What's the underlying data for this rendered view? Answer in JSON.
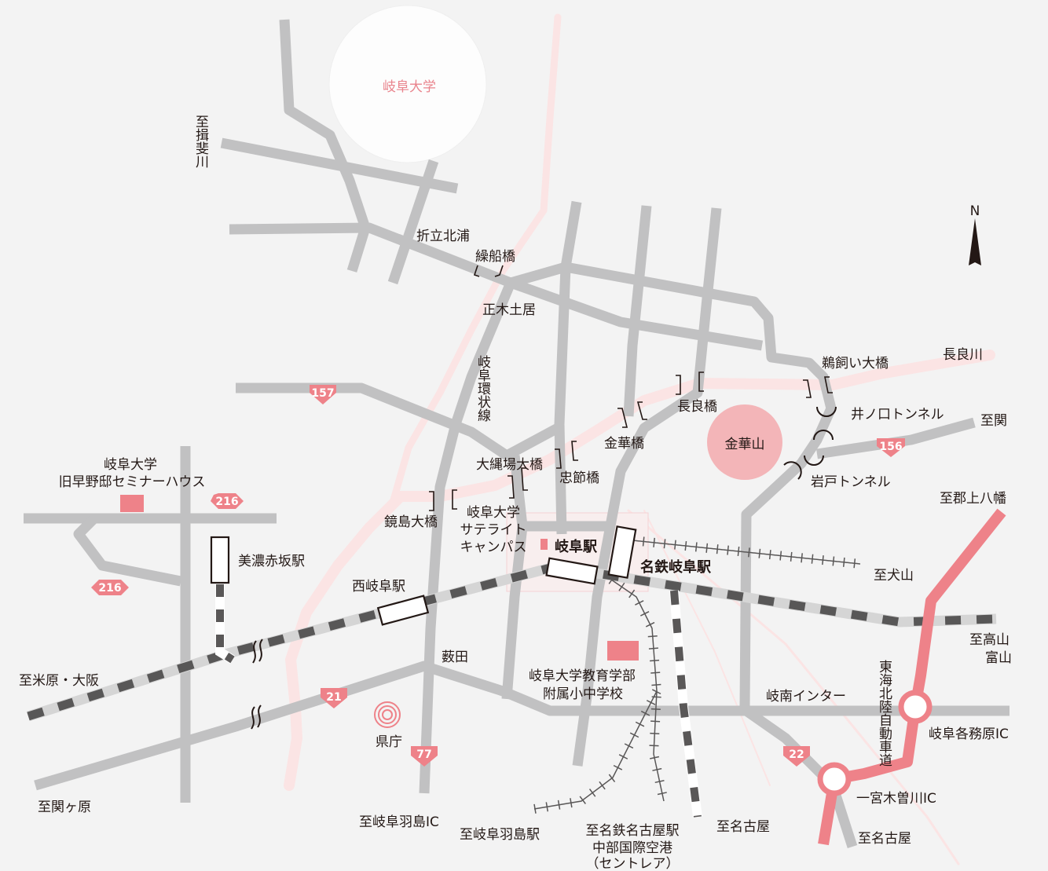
{
  "colors": {
    "background": "#f3f3f3",
    "road": "#c1c1c2",
    "river": "#fbe4e4",
    "accent": "#ee8289",
    "expressway": "#ee8289",
    "rail_dark": "#595757"
  },
  "landmarks": {
    "gifu_univ": "岐阜大学",
    "kinkazan": "金華山",
    "old_waseda_line1": "岐阜大学",
    "old_waseda_line2": "旧早野邸セミナーハウス",
    "satellite_line1": "岐阜大学",
    "satellite_line2": "サテライト",
    "satellite_line3": "キャンパス",
    "school_line1": "岐阜大学教育学部",
    "school_line2": "附属小中学校",
    "kencho": "県庁"
  },
  "stations": {
    "gifu": "岐阜駅",
    "meitetsu_gifu": "名鉄岐阜駅",
    "nishi_gifu": "西岐阜駅",
    "mino_akasaka": "美濃赤坂駅"
  },
  "bridges": {
    "kuribune": "繰船橋",
    "ukai": "鵜飼い大橋",
    "nagara": "長良橋",
    "kinka": "金華橋",
    "chusetsu": "忠節橋",
    "onawaba": "大縄場大橋",
    "kagashima": "鏡島大橋"
  },
  "places": {
    "oritate": "折立北浦",
    "masaki": "正木土居",
    "kanjo_line": "岐阜環状線",
    "nagaragawa": "長良川",
    "inokuchi_tunnel": "井ノ口トンネル",
    "iwato_tunnel": "岩戸トンネル",
    "yabuta": "薮田",
    "ginan_ic": "岐南インター",
    "tokai_hokuriku": "東海北陸自動車道",
    "kakamigahara_ic": "岐阜各務原IC",
    "ichinomiya_ic": "一宮木曽川IC"
  },
  "destinations": {
    "ibigawa": "至揖斐川",
    "seki": "至関",
    "gujo": "至郡上八幡",
    "inuyama": "至犬山",
    "takayama_1": "至高山",
    "takayama_2": "富山",
    "maibara": "至米原・大阪",
    "sekigahara": "至関ヶ原",
    "hashima_ic": "至岐阜羽島IC",
    "hashima_st": "至岐阜羽島駅",
    "meitetsu_nagoya_1": "至名鉄名古屋駅",
    "meitetsu_nagoya_2": "中部国際空港",
    "meitetsu_nagoya_3": "（セントレア）",
    "nagoya_1": "至名古屋",
    "nagoya_2": "至名古屋"
  },
  "routes": {
    "r157": "157",
    "r156": "156",
    "r216a": "216",
    "r216b": "216",
    "r21": "21",
    "r22": "22",
    "r77": "77"
  },
  "compass": "N"
}
